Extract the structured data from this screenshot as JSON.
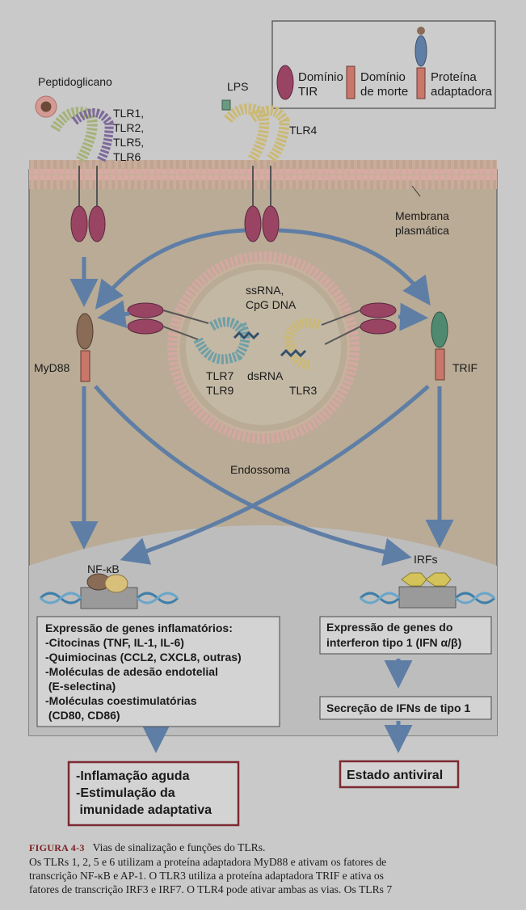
{
  "legend": {
    "tir": [
      "Domínio",
      "TIR"
    ],
    "death": [
      "Domínio",
      "de morte"
    ],
    "adaptor": [
      "Proteína",
      "adaptadora"
    ]
  },
  "labels": {
    "peptidoglycan": "Peptidoglicano",
    "tlr_surface": [
      "TLR1,",
      "TLR2,",
      "TLR5,",
      "TLR6"
    ],
    "lps": "LPS",
    "tlr4": "TLR4",
    "membrane": [
      "Membrana",
      "plasmática"
    ],
    "ssrna": [
      "ssRNA,",
      "CpG DNA"
    ],
    "myd88": "MyD88",
    "trif": "TRIF",
    "tlr79": [
      "TLR7",
      "TLR9"
    ],
    "dsrna": "dsRNA",
    "tlr3": "TLR3",
    "endosome": "Endossoma",
    "nfkb": "NF-κB",
    "irfs": "IRFs"
  },
  "left_box": {
    "title": "Expressão de genes inflamatórios:",
    "lines": [
      "-Citocinas (TNF, IL-1, IL-6)",
      "-Quimiocinas (CCL2, CXCL8, outras)",
      "-Moléculas de adesão endotelial",
      " (E-selectina)",
      "-Moléculas coestimulatórias",
      " (CD80, CD86)"
    ]
  },
  "right_box": {
    "lines": [
      "Expressão de genes do",
      "interferon tipo 1 (IFN α/β)"
    ]
  },
  "secretion": "Secreção de IFNs de tipo 1",
  "outcome_left": [
    "-Inflamação aguda",
    "-Estimulação da",
    " imunidade adaptativa"
  ],
  "outcome_right": "Estado antiviral",
  "caption": {
    "label": "FIGURA 4-3",
    "title": "Vias de sinalização e funções do TLRs.",
    "lines": [
      "Os TLRs 1, 2, 5 e 6 utilizam a proteína adaptadora MyD88 e ativam os fatores de",
      "transcrição NF-κB e AP-1. O TLR3 utiliza a proteína adaptadora TRIF e ativa os",
      "fatores de transcrição IRF3 e IRF7. O TLR4 pode ativar ambas as vias. Os TLRs 7"
    ]
  },
  "colors": {
    "background": "#c9c9c9",
    "cell": "#b9ab95",
    "nucleus": "#bdbdbd",
    "membrane": "#cfa7a3",
    "tir": "#9a4464",
    "death_domain": "#c9776a",
    "arrow": "#5f7ea6",
    "tlr_green": "#a6b27a",
    "tlr_purple": "#7d6a9a",
    "tlr4_yellow": "#cbb975",
    "tlr_teal": "#6f9fa7",
    "myd88": "#8a6b55",
    "trif": "#4f8a70",
    "outcome_border": "#7d2a33",
    "dna": "#3f7fa8"
  }
}
